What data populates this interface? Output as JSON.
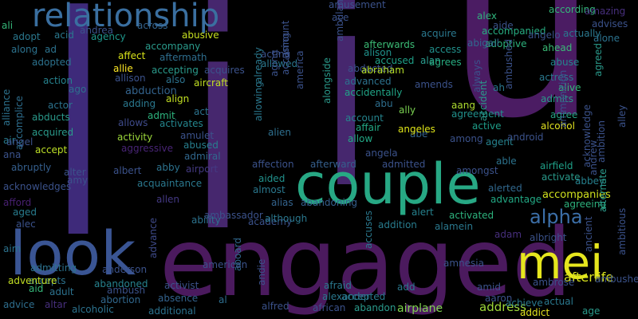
{
  "words": [
    {
      "text": "l",
      "color": "#3e2a7a"
    },
    {
      "text": "i",
      "color": "#46276e"
    },
    {
      "text": "i",
      "color": "#46276e"
    },
    {
      "text": "u",
      "color": "#4b1c63"
    },
    {
      "text": "engaged",
      "color": "#4b1a5e"
    },
    {
      "text": "couple",
      "color": "#27a884"
    },
    {
      "text": "look",
      "color": "#3a5594"
    },
    {
      "text": "mei",
      "color": "#e6e61e"
    },
    {
      "text": "relationship",
      "color": "#3a6fa0"
    },
    {
      "text": "alpha",
      "color": "#3c6fa8"
    },
    {
      "text": "afterlife",
      "color": "#d8e21c"
    },
    {
      "text": "accompanies",
      "color": "#cfe01e"
    },
    {
      "text": "address",
      "color": "#9ed93a"
    },
    {
      "text": "airplane",
      "color": "#7fd34e"
    },
    {
      "text": "abduction",
      "color": "#33638d"
    },
    {
      "text": "admit",
      "color": "#2db27d"
    },
    {
      "text": "according",
      "color": "#34b679"
    },
    {
      "text": "alex",
      "color": "#2fb47c"
    },
    {
      "text": "acid",
      "color": "#2a788e"
    },
    {
      "text": "agency",
      "color": "#1f968b"
    },
    {
      "text": "across",
      "color": "#33638d"
    },
    {
      "text": "acquire",
      "color": "#2a788e"
    },
    {
      "text": "afterwards",
      "color": "#3bbb75"
    },
    {
      "text": "accompanied",
      "color": "#27ad81"
    },
    {
      "text": "adoptive",
      "color": "#2db27d"
    },
    {
      "text": "accused",
      "color": "#1fa088"
    },
    {
      "text": "alan",
      "color": "#2a9d8f"
    },
    {
      "text": "alison",
      "color": "#20928c"
    },
    {
      "text": "abducted",
      "color": "#3b528b"
    },
    {
      "text": "abigail",
      "color": "#31688e"
    },
    {
      "text": "ahead",
      "color": "#3aba76"
    },
    {
      "text": "abuse",
      "color": "#24868e"
    },
    {
      "text": "actress",
      "color": "#2a788e"
    },
    {
      "text": "alive",
      "color": "#35b779"
    },
    {
      "text": "admits",
      "color": "#2a9a8b"
    },
    {
      "text": "agree",
      "color": "#26a285"
    },
    {
      "text": "alcohol",
      "color": "#e1e220"
    },
    {
      "text": "abusive",
      "color": "#c7e020"
    },
    {
      "text": "affect",
      "color": "#d7e219"
    },
    {
      "text": "allie",
      "color": "#fde725"
    },
    {
      "text": "aircraft",
      "color": "#c2df23"
    },
    {
      "text": "abraham",
      "color": "#b5de2b"
    },
    {
      "text": "accidentally",
      "color": "#20a486"
    },
    {
      "text": "advanced",
      "color": "#2c728e"
    },
    {
      "text": "access",
      "color": "#21918c"
    },
    {
      "text": "agrees",
      "color": "#27ad81"
    },
    {
      "text": "account",
      "color": "#25848e"
    },
    {
      "text": "ally",
      "color": "#7ad151"
    },
    {
      "text": "aang",
      "color": "#addc30"
    },
    {
      "text": "agreement",
      "color": "#21918c"
    },
    {
      "text": "active",
      "color": "#1f9e89"
    },
    {
      "text": "agent",
      "color": "#26828e"
    },
    {
      "text": "abu",
      "color": "#2e6e8e"
    },
    {
      "text": "affair",
      "color": "#22a884"
    },
    {
      "text": "allow",
      "color": "#22a884"
    },
    {
      "text": "abe",
      "color": "#33638d"
    },
    {
      "text": "alien",
      "color": "#2e6f8e"
    },
    {
      "text": "activity",
      "color": "#9dd93b"
    },
    {
      "text": "activates",
      "color": "#24868e"
    },
    {
      "text": "allows",
      "color": "#3e4a89"
    },
    {
      "text": "aggressive",
      "color": "#482475"
    },
    {
      "text": "abused",
      "color": "#277f8e"
    },
    {
      "text": "admiral",
      "color": "#31688e"
    },
    {
      "text": "albert",
      "color": "#3b528b"
    },
    {
      "text": "abby",
      "color": "#2c728e"
    },
    {
      "text": "airport",
      "color": "#443a83"
    },
    {
      "text": "affection",
      "color": "#3b528b"
    },
    {
      "text": "afterward",
      "color": "#355f8d"
    },
    {
      "text": "admitted",
      "color": "#3b528b"
    },
    {
      "text": "aided",
      "color": "#21918c"
    },
    {
      "text": "almost",
      "color": "#2a788e"
    },
    {
      "text": "acquaintance",
      "color": "#2a788e"
    },
    {
      "text": "allen",
      "color": "#443983"
    },
    {
      "text": "alias",
      "color": "#33638d"
    },
    {
      "text": "abandoning",
      "color": "#355f8d"
    },
    {
      "text": "alert",
      "color": "#26828e"
    },
    {
      "text": "activated",
      "color": "#2db27d"
    },
    {
      "text": "addition",
      "color": "#287c8e"
    },
    {
      "text": "alamein",
      "color": "#2a788e"
    },
    {
      "text": "advantage",
      "color": "#22a884"
    },
    {
      "text": "agreeing",
      "color": "#2db27d"
    },
    {
      "text": "able",
      "color": "#2c738e"
    },
    {
      "text": "activate",
      "color": "#2a9a8b"
    },
    {
      "text": "abbey",
      "color": "#26818e"
    },
    {
      "text": "airfield",
      "color": "#1fa088"
    },
    {
      "text": "alerted",
      "color": "#31688e"
    },
    {
      "text": "adam",
      "color": "#472f7d"
    },
    {
      "text": "albright",
      "color": "#3b528b"
    },
    {
      "text": "ability",
      "color": "#2c728e"
    },
    {
      "text": "academy",
      "color": "#3b528b"
    },
    {
      "text": "advance",
      "color": "#3e4a89"
    },
    {
      "text": "aboard",
      "color": "#31688e"
    },
    {
      "text": "activist",
      "color": "#3b528b"
    },
    {
      "text": "absence",
      "color": "#33638d"
    },
    {
      "text": "additional",
      "color": "#2c728e"
    },
    {
      "text": "al",
      "color": "#2e6e8e"
    },
    {
      "text": "abandoned",
      "color": "#26828e"
    },
    {
      "text": "abortion",
      "color": "#31688e"
    },
    {
      "text": "alcoholic",
      "color": "#2c728e"
    },
    {
      "text": "adult",
      "color": "#2c728e"
    },
    {
      "text": "admitting",
      "color": "#2c728e"
    },
    {
      "text": "accepts",
      "color": "#2c728e"
    },
    {
      "text": "aid",
      "color": "#35b779"
    },
    {
      "text": "advice",
      "color": "#2e6e8e"
    },
    {
      "text": "altar",
      "color": "#472f7d"
    },
    {
      "text": "ambush",
      "color": "#3b528b"
    },
    {
      "text": "anderson",
      "color": "#3b528b"
    },
    {
      "text": "alec",
      "color": "#3b528b"
    },
    {
      "text": "aim",
      "color": "#2c728e"
    },
    {
      "text": "aged",
      "color": "#287c8e"
    },
    {
      "text": "afford",
      "color": "#482071"
    },
    {
      "text": "acknowledges",
      "color": "#3b528b"
    },
    {
      "text": "abruptly",
      "color": "#355f8d"
    },
    {
      "text": "alter",
      "color": "#3b528b"
    },
    {
      "text": "amy",
      "color": "#3b528b"
    },
    {
      "text": "accept",
      "color": "#bddf26"
    },
    {
      "text": "air",
      "color": "#287c8e"
    },
    {
      "text": "acquired",
      "color": "#2a9a8b"
    },
    {
      "text": "abducts",
      "color": "#2a9a8b"
    },
    {
      "text": "actor",
      "color": "#2c728e"
    },
    {
      "text": "action",
      "color": "#26828e"
    },
    {
      "text": "ago",
      "color": "#2e6e8e"
    },
    {
      "text": "accomplice",
      "color": "#2e6e8e"
    },
    {
      "text": "alliance",
      "color": "#2c728e"
    },
    {
      "text": "adopted",
      "color": "#2c728e"
    },
    {
      "text": "along",
      "color": "#2c728e"
    },
    {
      "text": "ad",
      "color": "#2c728e"
    },
    {
      "text": "adopt",
      "color": "#2a788e"
    },
    {
      "text": "accepting",
      "color": "#2a9a8b"
    },
    {
      "text": "allison",
      "color": "#3b528b"
    },
    {
      "text": "also",
      "color": "#2c728e"
    },
    {
      "text": "adding",
      "color": "#2a788e"
    },
    {
      "text": "align",
      "color": "#c2df23"
    },
    {
      "text": "act",
      "color": "#2c728e"
    },
    {
      "text": "aftermath",
      "color": "#2e6e8e"
    },
    {
      "text": "accompany",
      "color": "#2a9a8b"
    },
    {
      "text": "acquires",
      "color": "#3b528b"
    },
    {
      "text": "allowed",
      "color": "#2a788e"
    },
    {
      "text": "acting",
      "color": "#3b528b"
    },
    {
      "text": "aging",
      "color": "#3b528b"
    },
    {
      "text": "ace",
      "color": "#3b528b"
    },
    {
      "text": "aide",
      "color": "#3b528b"
    },
    {
      "text": "angelo",
      "color": "#3b528b"
    },
    {
      "text": "actually",
      "color": "#2a788e"
    },
    {
      "text": "alone",
      "color": "#2c728e"
    },
    {
      "text": "advises",
      "color": "#3b528b"
    },
    {
      "text": "amazing",
      "color": "#472f7d"
    },
    {
      "text": "ali",
      "color": "#35b779"
    },
    {
      "text": "andrea",
      "color": "#3b528b"
    },
    {
      "text": "amusement",
      "color": "#3b528b"
    },
    {
      "text": "amount",
      "color": "#3b528b"
    },
    {
      "text": "already",
      "color": "#2a788e"
    },
    {
      "text": "accusing",
      "color": "#3b528b"
    },
    {
      "text": "allowing",
      "color": "#2a788e"
    },
    {
      "text": "ambulance",
      "color": "#3b528b"
    },
    {
      "text": "alongside",
      "color": "#2a9a8b"
    },
    {
      "text": "america",
      "color": "#3b528b"
    },
    {
      "text": "amends",
      "color": "#3b528b"
    },
    {
      "text": "always",
      "color": "#3b528b"
    },
    {
      "text": "accident",
      "color": "#2a9a8b"
    },
    {
      "text": "ah",
      "color": "#2a788e"
    },
    {
      "text": "ambushed",
      "color": "#3b528b"
    },
    {
      "text": "ammunition",
      "color": "#3b528b"
    },
    {
      "text": "agreed",
      "color": "#2a9a8b"
    },
    {
      "text": "acknowledge",
      "color": "#3b528b"
    },
    {
      "text": "alley",
      "color": "#3b528b"
    },
    {
      "text": "ambition",
      "color": "#3b528b"
    },
    {
      "text": "andrew",
      "color": "#3b528b"
    },
    {
      "text": "angela",
      "color": "#3b528b"
    },
    {
      "text": "angeles",
      "color": "#dde318"
    },
    {
      "text": "among",
      "color": "#3b528b"
    },
    {
      "text": "android",
      "color": "#3b528b"
    },
    {
      "text": "amulet",
      "color": "#3b528b"
    },
    {
      "text": "angel",
      "color": "#3b528b"
    },
    {
      "text": "ana",
      "color": "#3b528b"
    },
    {
      "text": "amongst",
      "color": "#3b528b"
    },
    {
      "text": "ambassador",
      "color": "#3b528b"
    },
    {
      "text": "although",
      "color": "#2a788e"
    },
    {
      "text": "accuses",
      "color": "#2a788e"
    },
    {
      "text": "alternate",
      "color": "#2a9a8b"
    },
    {
      "text": "ambitious",
      "color": "#3b528b"
    },
    {
      "text": "ancient",
      "color": "#3b528b"
    },
    {
      "text": "american",
      "color": "#3b528b"
    },
    {
      "text": "andie",
      "color": "#3b528b"
    },
    {
      "text": "amnesia",
      "color": "#3b528b"
    },
    {
      "text": "adventure",
      "color": "#c2df23"
    },
    {
      "text": "add",
      "color": "#2a788e"
    },
    {
      "text": "afraid",
      "color": "#2a788e"
    },
    {
      "text": "alexander",
      "color": "#2a788e"
    },
    {
      "text": "accepted",
      "color": "#2a788e"
    },
    {
      "text": "alfred",
      "color": "#3b528b"
    },
    {
      "text": "african",
      "color": "#3b528b"
    },
    {
      "text": "abandon",
      "color": "#2a9a8b"
    },
    {
      "text": "amid",
      "color": "#3b528b"
    },
    {
      "text": "aaron",
      "color": "#3b528b"
    },
    {
      "text": "achieve",
      "color": "#2a788e"
    },
    {
      "text": "addict",
      "color": "#e1e220"
    },
    {
      "text": "ambrose",
      "color": "#3b528b"
    },
    {
      "text": "actual",
      "color": "#2a788e"
    },
    {
      "text": "age",
      "color": "#2a9a8b"
    },
    {
      "text": "ambushes",
      "color": "#3b528b"
    }
  ]
}
